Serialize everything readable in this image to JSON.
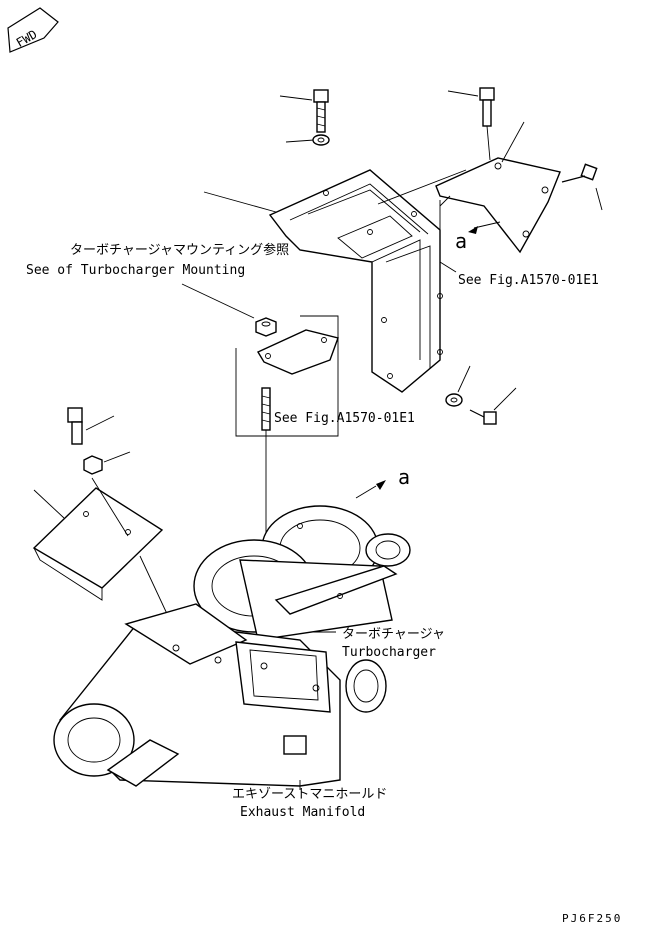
{
  "fwd": "FWD",
  "callouts": {
    "mounting_jp": "ターボチャージャマウンティング参照",
    "mounting_en": "See of Turbocharger Mounting",
    "fig_ref_right": "See Fig.A1570-01E1",
    "fig_ref_center": "See Fig.A1570-01E1",
    "marker_a_top": "a",
    "marker_a_mid": "a",
    "turbo_jp": "ターボチャージャ",
    "turbo_en": "Turbocharger",
    "manifold_jp": "エキゾーストマニホールド",
    "manifold_en": "Exhaust Manifold",
    "drawing_code": "PJ6F250"
  }
}
